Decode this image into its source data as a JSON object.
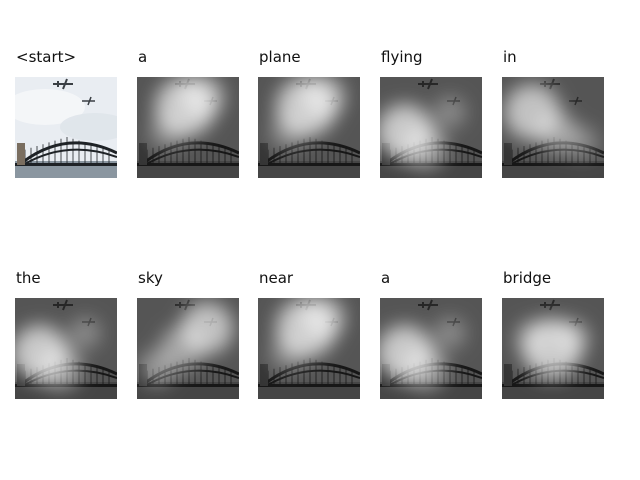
{
  "figure": {
    "image_subject": "two airplanes flying over a steel arch bridge",
    "words": [
      "<start>",
      "a",
      "plane",
      "flying",
      "in",
      "the",
      "sky",
      "near",
      "a",
      "bridge"
    ],
    "attention_focus": [
      "none",
      "upper-center",
      "upper-center",
      "left-middle",
      "upper-left",
      "left-middle",
      "upper-right",
      "upper-center",
      "left-middle",
      "center"
    ],
    "base_image_color": true
  }
}
